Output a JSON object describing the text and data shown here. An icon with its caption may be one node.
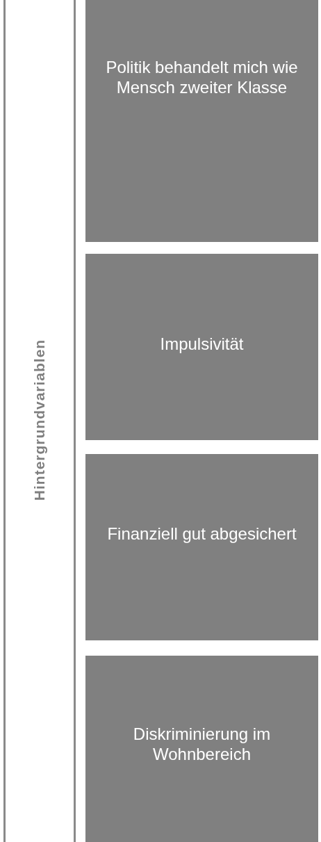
{
  "diagram": {
    "nodes": [
      {
        "text": [
          "Hintergrundvariablen"
        ]
      },
      {
        "text": [
          "Politik behandelt mich wie Mensch zweiter Klasse"
        ]
      },
      {
        "text": [
          "Impulsivität"
        ]
      },
      {
        "text": [
          "Finanziell gut abgesichert"
        ]
      },
      {
        "text": [
          "Diskriminierung im Wohnbereich"
        ]
      }
    ]
  }
}
